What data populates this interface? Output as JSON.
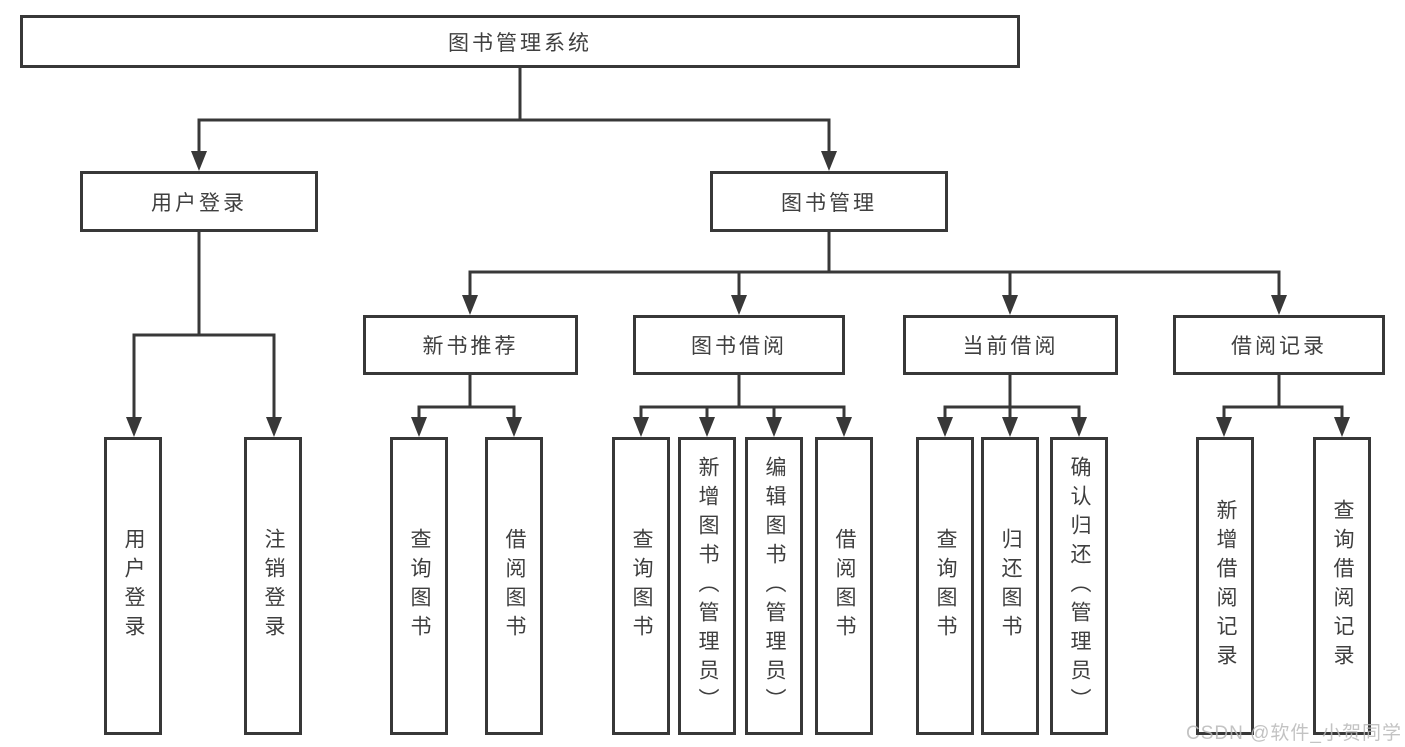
{
  "diagram": {
    "type": "hierarchy-tree",
    "watermark": "CSDN @软件_小贺同学",
    "colors": {
      "background": "#ffffff",
      "line": "#383838",
      "box_border": "#383838",
      "text": "#3f3f3f",
      "watermark": "#b9b9b9"
    },
    "tree": {
      "label": "图书管理系统",
      "children": [
        {
          "label": "用户登录",
          "children": [
            {
              "label": "用户登录"
            },
            {
              "label": "注销登录"
            }
          ]
        },
        {
          "label": "图书管理",
          "children": [
            {
              "label": "新书推荐",
              "children": [
                {
                  "label": "查询图书"
                },
                {
                  "label": "借阅图书"
                }
              ]
            },
            {
              "label": "图书借阅",
              "children": [
                {
                  "label": "查询图书"
                },
                {
                  "label": "新增图书（管理员）"
                },
                {
                  "label": "编辑图书（管理员）"
                },
                {
                  "label": "借阅图书"
                }
              ]
            },
            {
              "label": "当前借阅",
              "children": [
                {
                  "label": "查询图书"
                },
                {
                  "label": "归还图书"
                },
                {
                  "label": "确认归还（管理员）"
                }
              ]
            },
            {
              "label": "借阅记录",
              "children": [
                {
                  "label": "新增借阅记录"
                },
                {
                  "label": "查询借阅记录"
                }
              ]
            }
          ]
        }
      ]
    }
  }
}
